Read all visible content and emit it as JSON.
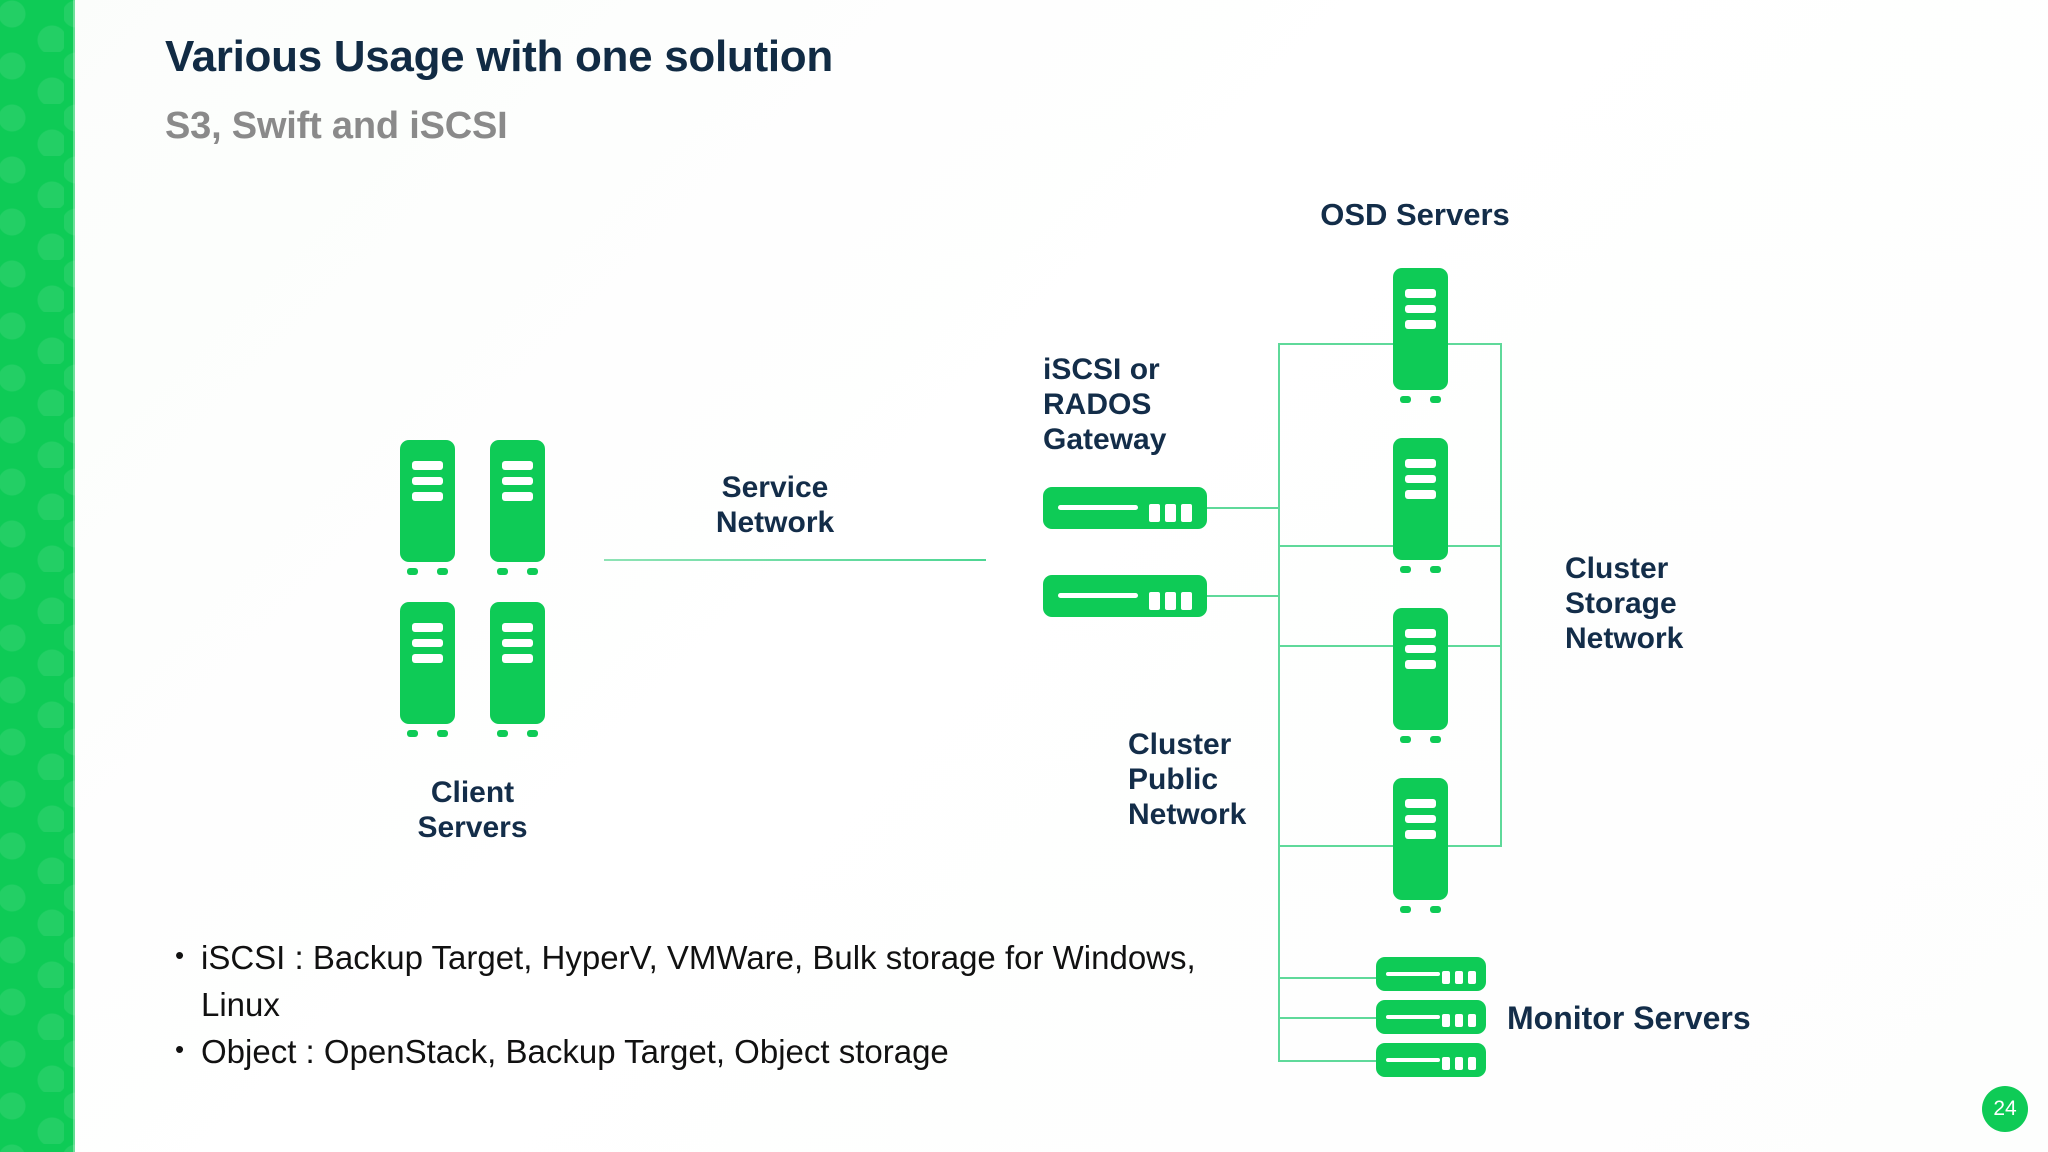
{
  "slide": {
    "title": "Various Usage with one solution",
    "subtitle": "S3, Swift and iSCSI",
    "page_number": "24",
    "accent_green": "#0ECB56",
    "line_green": "#5FD99A",
    "title_color": "#112B44",
    "subtitle_color": "#8A8A8A"
  },
  "diagram": {
    "labels": {
      "osd_servers": "OSD Servers",
      "gateway": "iSCSI or\nRADOS\nGateway",
      "gateway_line1": "iSCSI or",
      "gateway_line2": "RADOS",
      "gateway_line3": "Gateway",
      "service_network_line1": "Service",
      "service_network_line2": "Network",
      "client_servers_line1": "Client",
      "client_servers_line2": "Servers",
      "cluster_public_line1": "Cluster",
      "cluster_public_line2": "Public",
      "cluster_public_line3": "Network",
      "cluster_storage_line1": "Cluster",
      "cluster_storage_line2": "Storage",
      "cluster_storage_line3": "Network",
      "monitor_servers": "Monitor Servers"
    },
    "counts": {
      "client_servers": 4,
      "gateways": 2,
      "osd_servers": 4,
      "monitor_servers": 3
    }
  },
  "bullets": [
    {
      "marker": "•",
      "text": "iSCSI : Backup Target, HyperV, VMWare, Bulk storage for Windows, Linux"
    },
    {
      "marker": "•",
      "text": "Object : OpenStack, Backup Target, Object storage"
    }
  ]
}
